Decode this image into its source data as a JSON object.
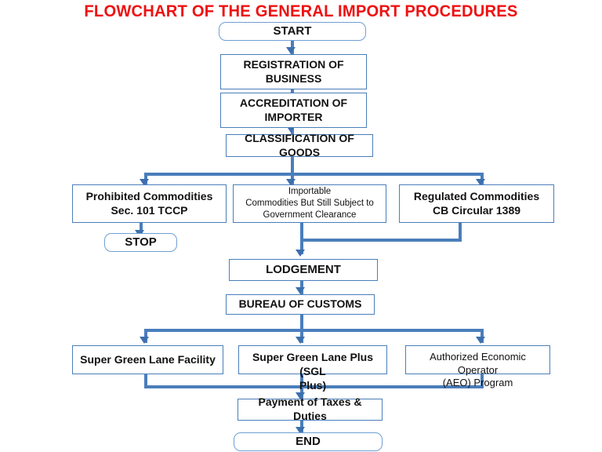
{
  "title": "FLOWCHART OF THE GENERAL IMPORT PROCEDURES",
  "accent_colors": {
    "title_red": "#ee1111",
    "box_border_blue": "#4a7ebb",
    "connector_blue": "#4a7ebb",
    "arrow_blue": "#3c6fae",
    "box_fill": "#ffffff",
    "text_black": "#111111"
  },
  "nodes": {
    "start": "START",
    "registration": "REGISTRATION OF BUSINESS",
    "accreditation": "ACCREDITATION OF IMPORTER",
    "classification": "CLASSIFICATION OF GOODS",
    "prohibited_line1": "Prohibited Commodities",
    "prohibited_line2": "Sec. 101 TCCP",
    "stop": "STOP",
    "importable_line1": "Importable",
    "importable_line2": "Commodities  But Still  Subject to",
    "importable_line3": "Government Clearance",
    "regulated_line1": "Regulated Commodities",
    "regulated_line2": "CB Circular 1389",
    "lodgement": "LODGEMENT",
    "bureau": "BUREAU OF CUSTOMS",
    "sgl_facility": "Super Green Lane Facility",
    "sgl_plus_line1": "Super Green Lane Plus (SGL",
    "sgl_plus_line2": "Plus)",
    "aeo_line1": "Authorized Economic Operator",
    "aeo_line2": "(AEO) Program",
    "payment": "Payment of Taxes & Duties",
    "end": "END"
  }
}
